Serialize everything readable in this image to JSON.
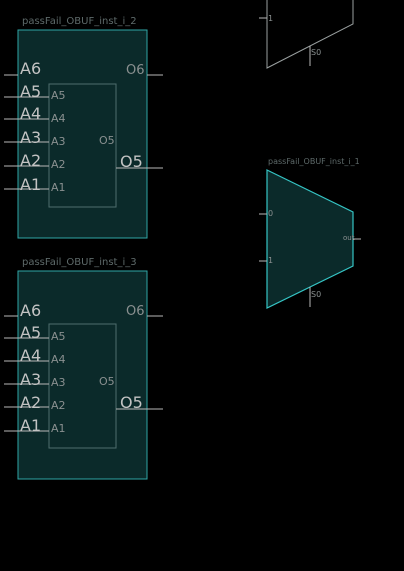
{
  "lut_cells": [
    {
      "title": "passFail_OBUF_inst_i_2",
      "inputs_outer": [
        "A6",
        "A5",
        "A4",
        "A3",
        "A2",
        "A1"
      ],
      "inputs_inner": [
        "A5",
        "A4",
        "A3",
        "A2",
        "A1"
      ],
      "inner_output": "O5",
      "output_o6": "O6",
      "output_o5": "O5"
    },
    {
      "title": "passFail_OBUF_inst_i_3",
      "inputs_outer": [
        "A6",
        "A5",
        "A4",
        "A3",
        "A2",
        "A1"
      ],
      "inputs_inner": [
        "A5",
        "A4",
        "A3",
        "A2",
        "A1"
      ],
      "inner_output": "O5",
      "output_o6": "O6",
      "output_o5": "O5"
    }
  ],
  "mux_top_partial": {
    "input_label": "1",
    "select_label": "S0"
  },
  "mux_cell": {
    "title": "passFail_OBUF_inst_i_1",
    "input0": "0",
    "input1": "1",
    "output": "out",
    "select": "S0"
  }
}
